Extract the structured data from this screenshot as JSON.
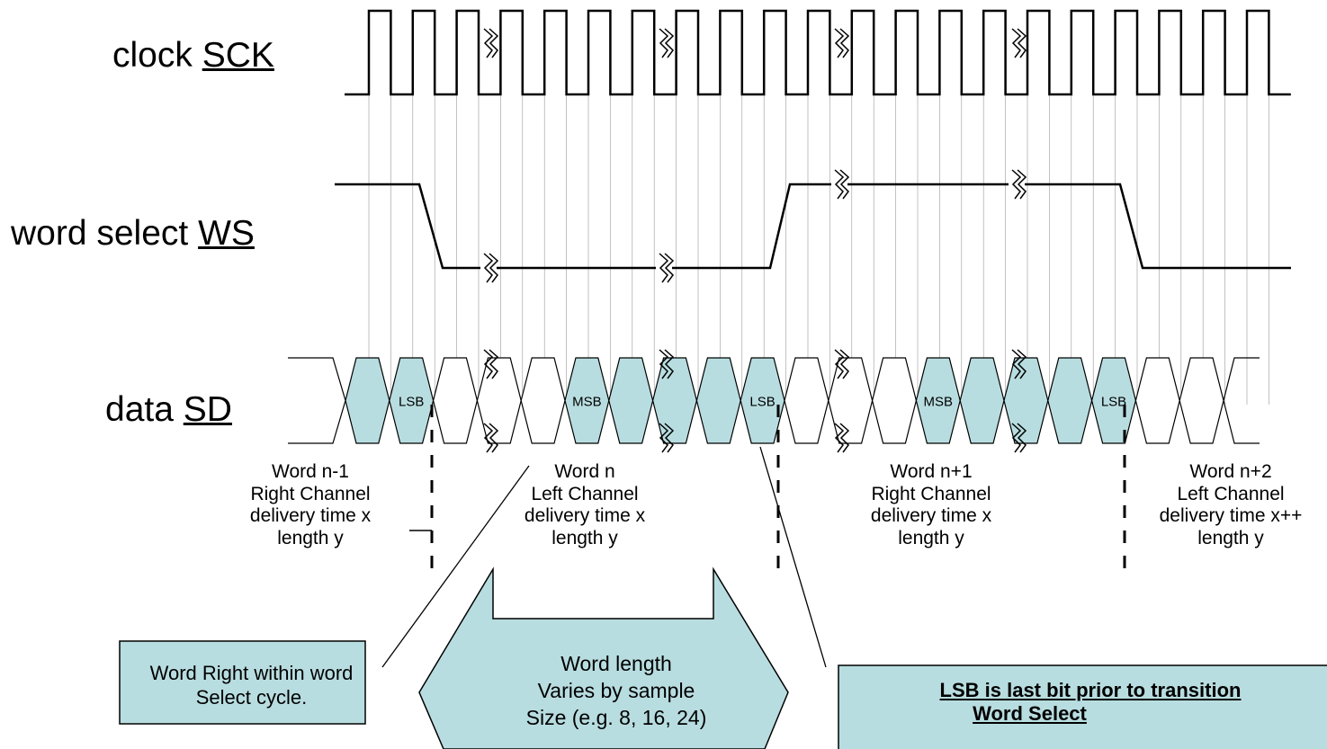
{
  "signals": {
    "sck": {
      "prefix": "clock",
      "name": "SCK"
    },
    "ws": {
      "prefix": "word select",
      "name": "WS"
    },
    "sd": {
      "prefix": "data",
      "name": "SD"
    }
  },
  "bit_labels": {
    "lsb": "LSB",
    "msb": "MSB"
  },
  "words": [
    {
      "lines": [
        "Word n-1",
        "Right Channel",
        "delivery time x",
        "length y"
      ]
    },
    {
      "lines": [
        "Word n",
        "Left Channel",
        "delivery time x",
        "length y"
      ]
    },
    {
      "lines": [
        "Word n+1",
        "Right Channel",
        "delivery time x",
        "length y"
      ]
    },
    {
      "lines": [
        "Word n+2",
        "Left Channel",
        "delivery time x++",
        "length y"
      ]
    }
  ],
  "callouts": {
    "word_right": {
      "text": "Word Right within word Select cycle."
    },
    "word_length": {
      "lines": [
        "Word length",
        "Varies by sample",
        "Size (e.g. 8, 16, 24)"
      ]
    },
    "lsb_note": {
      "line1": "LSB is last bit prior to transition",
      "line2": "Word Select"
    }
  },
  "colors": {
    "fill": "#b8dde0",
    "stroke": "#000000",
    "guide": "#999999"
  }
}
